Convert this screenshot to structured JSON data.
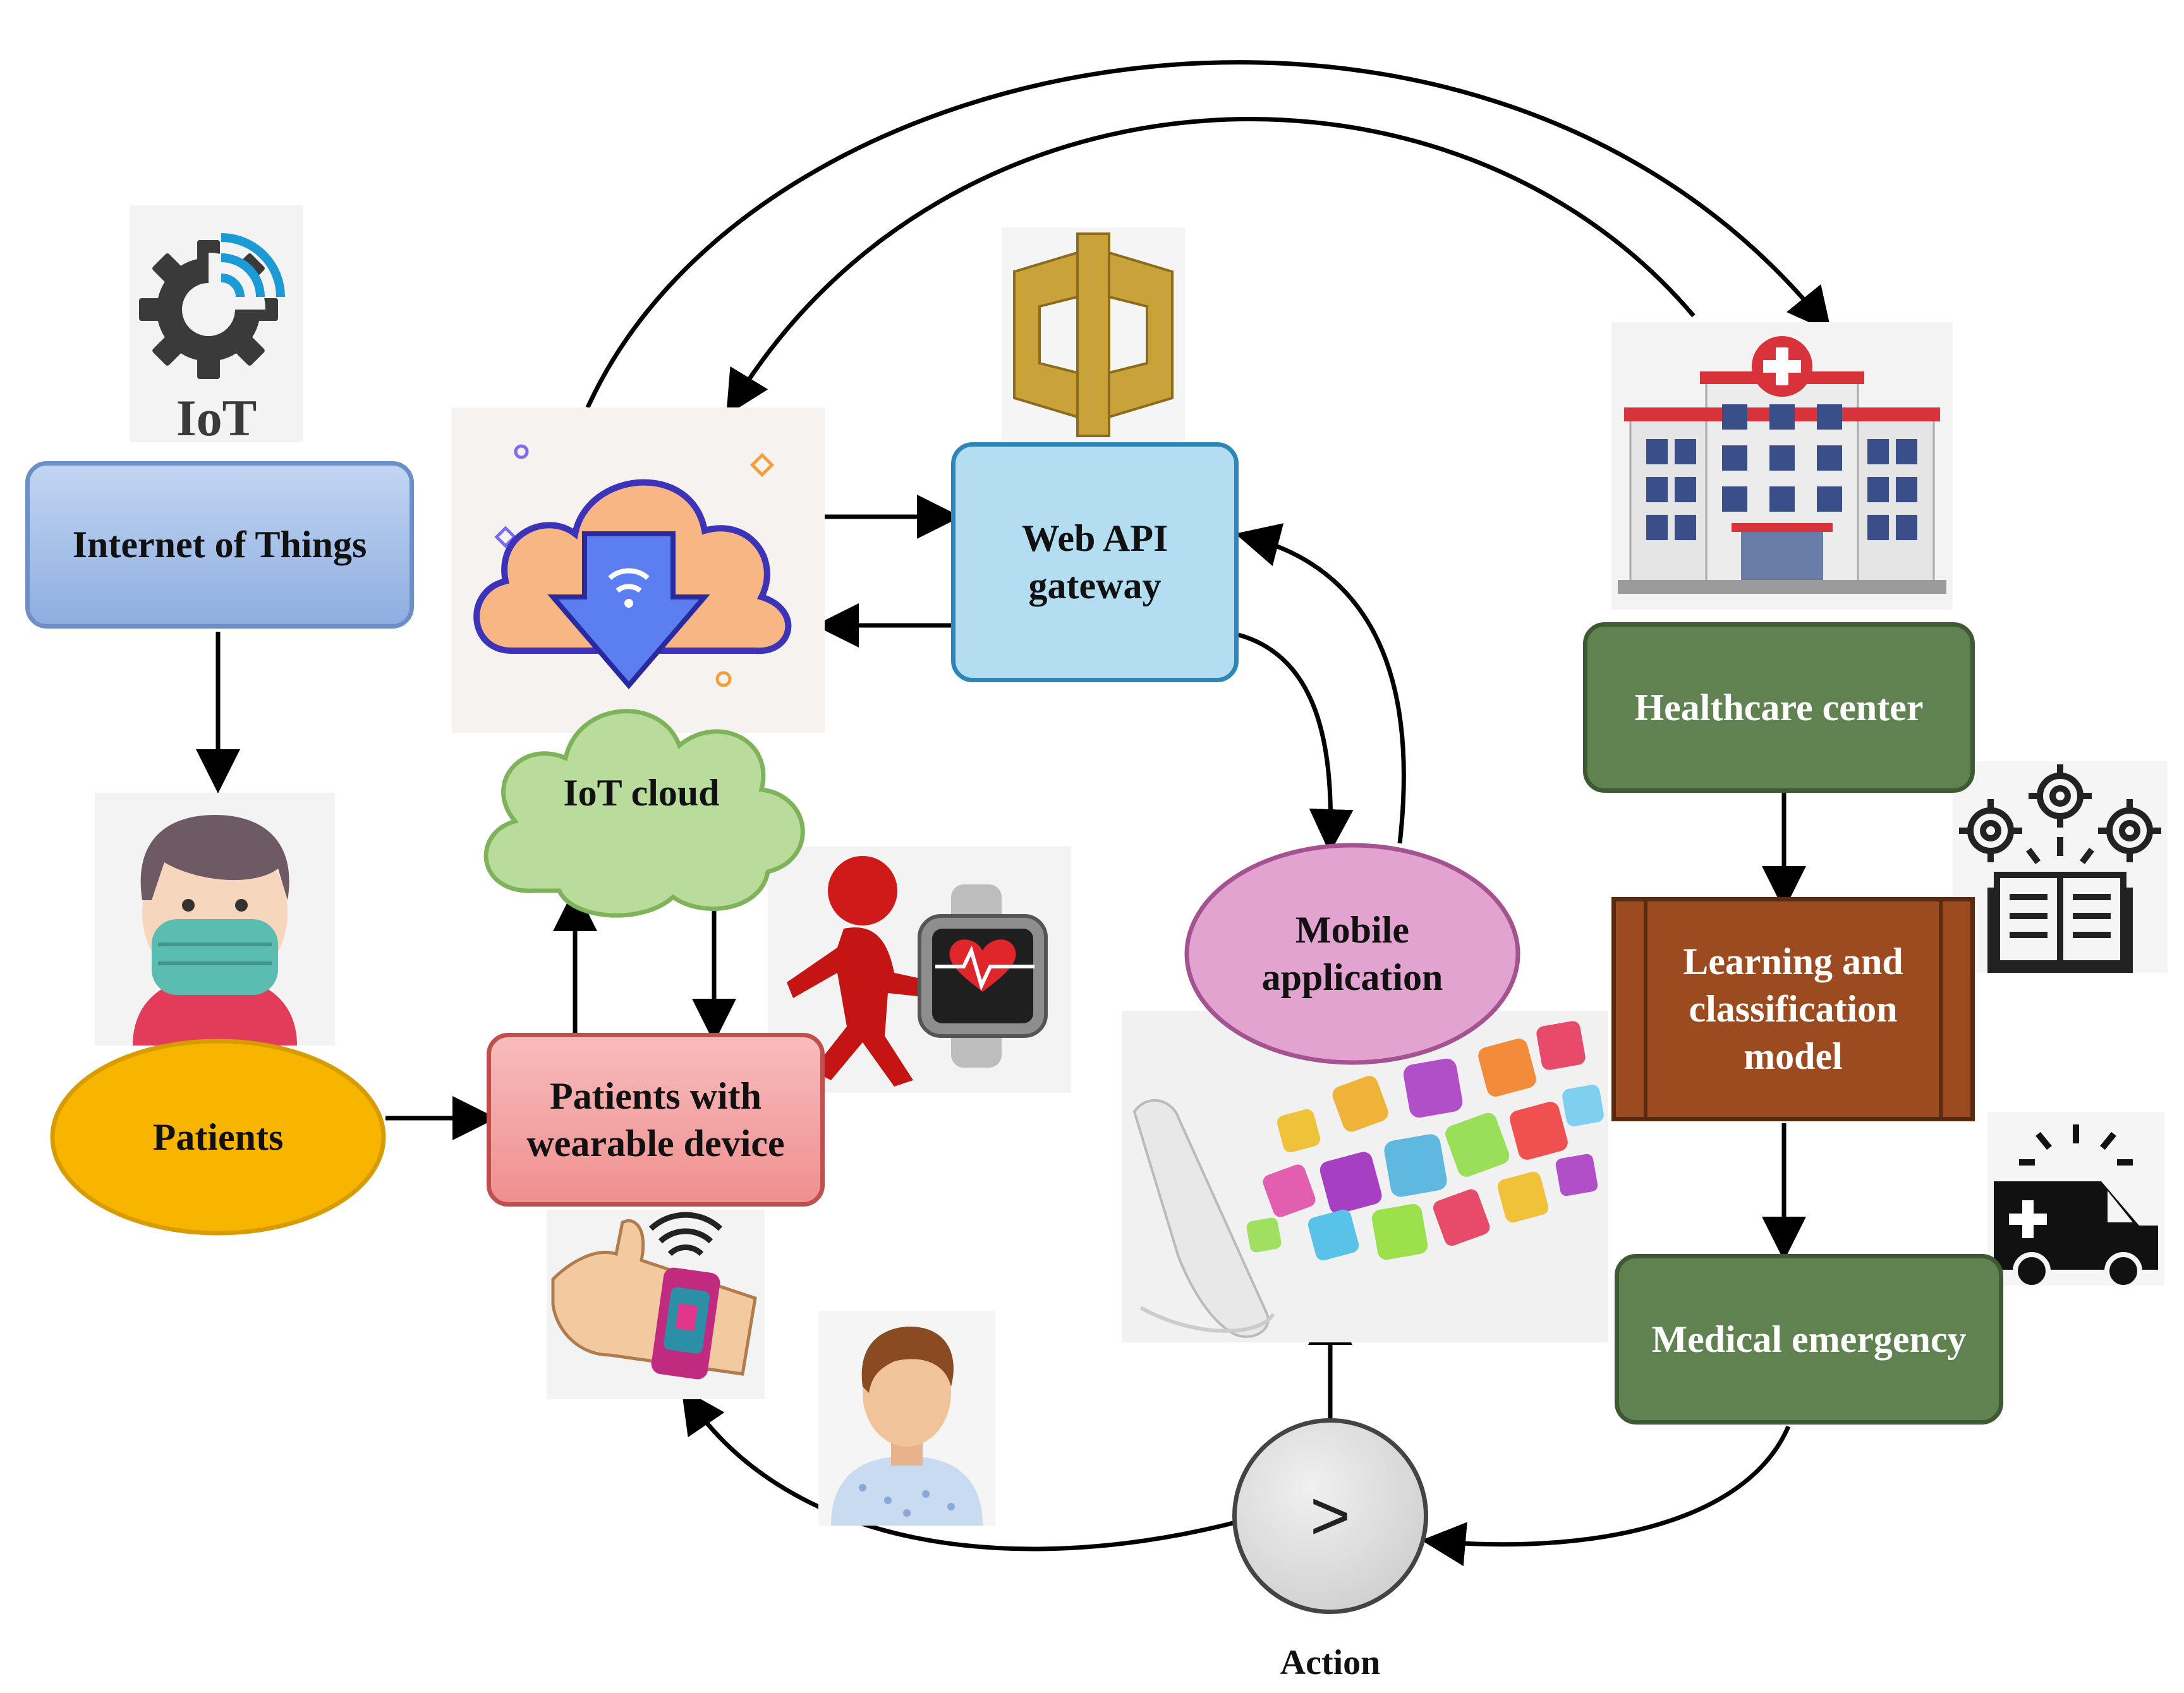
{
  "nodes": {
    "iot": "Internet of Things",
    "patients": "Patients",
    "wearable": "Patients with\nwearable device",
    "iot_cloud": "IoT cloud",
    "web_api": "Web API\ngateway",
    "mobile_app": "Mobile\napplication",
    "healthcare": "Healthcare center",
    "learning": "Learning and\nclassification\nmodel",
    "emergency": "Medical emergency",
    "action_symbol": ">",
    "action_label": "Action"
  },
  "icons": {
    "iot_logo_text": "IoT",
    "iot_logo": "gear-wifi-icon",
    "cloud_download": "cloud-download-icon",
    "api_gateway": "api-gateway-icon",
    "hospital": "hospital-building-icon",
    "gears_book": "gears-book-icon",
    "ambulance": "ambulance-icon",
    "masked_patient": "masked-patient-icon",
    "smartwatch_figure": "figure-smartwatch-icon",
    "wrist_watch": "wrist-watch-icon",
    "patient_person": "patient-person-icon",
    "phone_apps": "phone-apps-icon"
  },
  "colors": {
    "iot_fill": "#a9c4ec",
    "iot_border": "#6d8fc7",
    "patients_fill": "#f7b500",
    "patients_border": "#d89b00",
    "wearable_fill": "#f4a4a4",
    "wearable_border": "#c0504d",
    "cloud_fill": "#b9dc9c",
    "cloud_border": "#7fb35a",
    "api_fill": "#b3def2",
    "api_border": "#2e86b8",
    "mobile_fill": "#e3a3d1",
    "mobile_border": "#a45390",
    "green_fill": "#5f8250",
    "green_border": "#3d5a32",
    "brown_fill": "#9c4a1f",
    "brown_border": "#5a2a10",
    "action_fill": "#d9d9d9",
    "action_border": "#444444"
  }
}
